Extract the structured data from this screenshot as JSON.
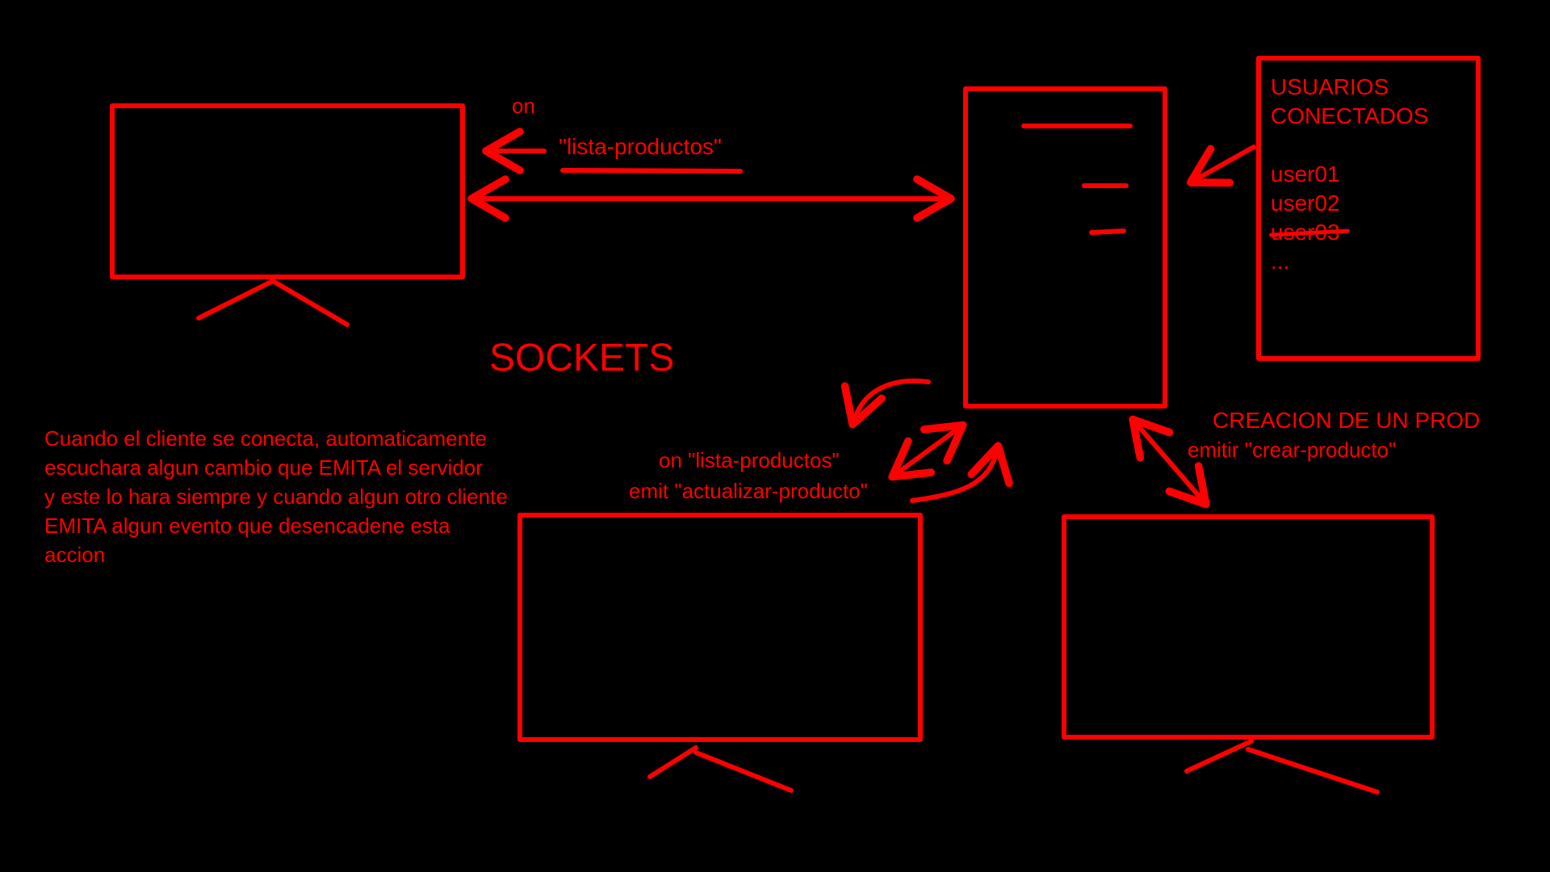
{
  "colors": {
    "background": "#000000",
    "stroke": "#ff0000"
  },
  "labels": {
    "on": "on",
    "lista_productos": "\"lista-productos\"",
    "sockets": "SOCKETS",
    "on_lista": "on \"lista-productos\"",
    "emit_actualizar": "emit \"actualizar-producto\"",
    "creacion": "CREACION DE UN PROD",
    "emitir_crear": "emitir \"crear-producto\""
  },
  "description_lines": [
    "Cuando el cliente se conecta, automaticamente",
    "escuchara algun cambio que EMITA el servidor",
    "y este lo hara siempre y cuando algun otro cliente",
    "EMITA algun evento que desencadene esta",
    "accion"
  ],
  "users_panel": {
    "title_lines": [
      "USUARIOS",
      "CONECTADOS"
    ],
    "users": [
      {
        "name": "user01",
        "disconnected": false
      },
      {
        "name": "user02",
        "disconnected": false
      },
      {
        "name": "user03",
        "disconnected": true
      }
    ],
    "more": "..."
  },
  "icons": {
    "client_monitor": "monitor-icon",
    "server": "server-icon",
    "arrow": "arrow-icon"
  }
}
